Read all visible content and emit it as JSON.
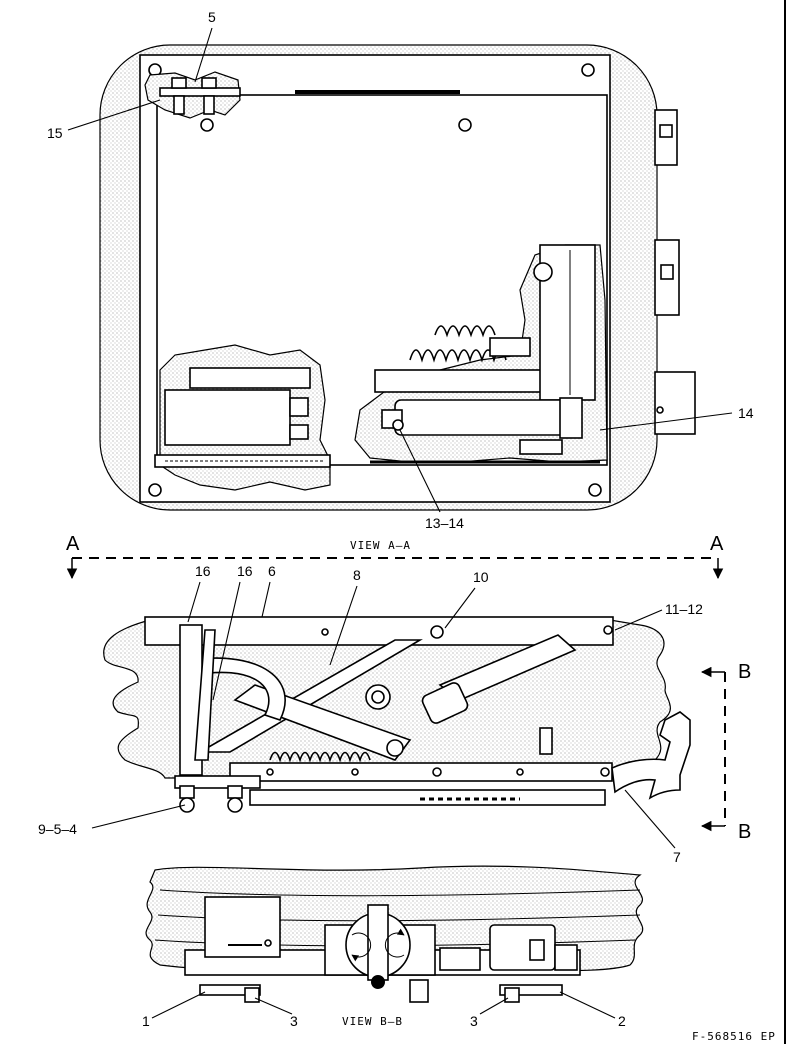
{
  "callouts": {
    "top": {
      "c5": "5",
      "c15": "15",
      "c14": "14",
      "c13_14": "13–14"
    },
    "section": {
      "a_left": "A",
      "a_right": "A",
      "view_aa": "VIEW A–A",
      "c16a": "16",
      "c16b": "16",
      "c6": "6",
      "c8": "8",
      "c10": "10",
      "c11_12": "11–12",
      "c9_5_4": "9–5–4",
      "c7": "7",
      "b_top": "B",
      "b_bottom": "B"
    },
    "bottom": {
      "c1": "1",
      "c3a": "3",
      "view_bb": "VIEW B–B",
      "c3b": "3",
      "c2": "2"
    }
  },
  "figure_id": "F-568516 EP"
}
